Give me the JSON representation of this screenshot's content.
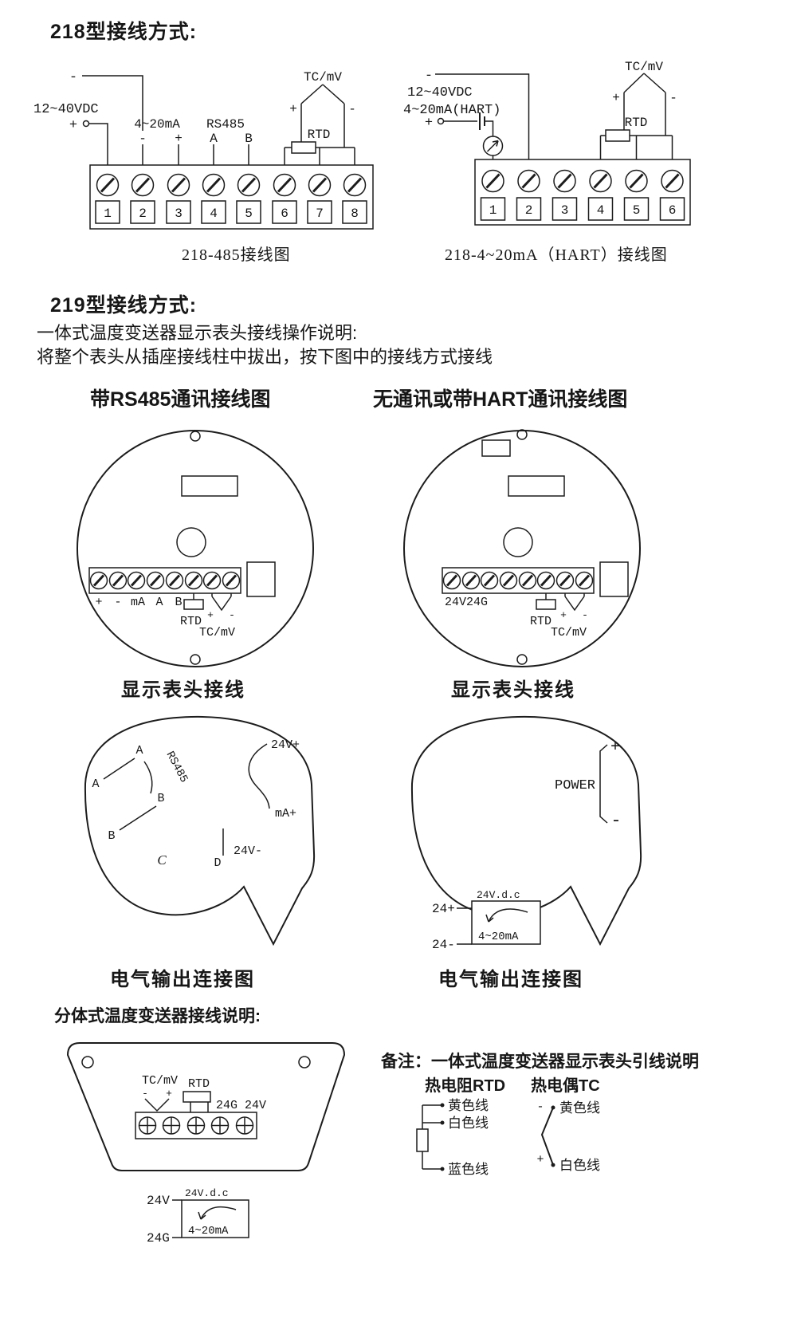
{
  "colors": {
    "ink": "#1c1c1c",
    "bg": "#ffffff"
  },
  "sec218": {
    "title": "218型接线方式:",
    "d485": {
      "caption": "218-485接线图",
      "vdc": "12~40VDC",
      "vdc_minus": "-",
      "vdc_plus": "+",
      "ma": "4~20mA",
      "ma_minus": "-",
      "ma_plus": "+",
      "rs485": "RS485",
      "a": "A",
      "b": "B",
      "tcmv": "TC/mV",
      "tc_plus": "+",
      "tc_minus": "-",
      "rtd": "RTD",
      "terminals": [
        "1",
        "2",
        "3",
        "4",
        "5",
        "6",
        "7",
        "8"
      ]
    },
    "dhart": {
      "caption": "218-4~20mA（HART）接线图",
      "minus": "-",
      "plus": "+",
      "vdc": "12~40VDC",
      "ma": "4~20mA(HART)",
      "tcmv": "TC/mV",
      "tc_plus": "+",
      "tc_minus": "-",
      "rtd": "RTD",
      "terminals": [
        "1",
        "2",
        "3",
        "4",
        "5",
        "6"
      ]
    }
  },
  "sec219": {
    "title": "219型接线方式:",
    "line1": "一体式温度变送器显示表头接线操作说明:",
    "line2": "将整个表头从插座接线柱中拔出，按下图中的接线方式接线",
    "head_rs485": {
      "title": "带RS485通讯接线图",
      "caption": "显示表头接线",
      "plus": "+",
      "minus": "-",
      "ma": "mA",
      "a": "A",
      "b": "B",
      "rtd": "RTD",
      "rtd_plus": "+",
      "rtd_minus": "-",
      "tcmv": "TC/mV"
    },
    "head_hart": {
      "title": "无通讯或带HART通讯接线图",
      "caption": "显示表头接线",
      "v24": "24V24G",
      "rtd": "RTD",
      "rtd_plus": "+",
      "rtd_minus": "-",
      "tcmv": "TC/mV"
    },
    "out_rs485": {
      "caption": "电气输出连接图",
      "a1": "A",
      "a2": "A",
      "b1": "B",
      "b2": "B",
      "c": "C",
      "d": "D",
      "rs485": "RS485",
      "v24p": "24V+",
      "map": "mA+",
      "v24m": "24V-"
    },
    "out_hart": {
      "caption": "电气输出连接图",
      "power": "POWER",
      "plus": "+",
      "minus": "-",
      "p24": "24+",
      "m24": "24-",
      "vdc": "24V.d.c",
      "ma": "4~20mA"
    }
  },
  "split": {
    "title": "分体式温度变送器接线说明:",
    "tcmv": "TC/mV",
    "minus": "-",
    "plus": "+",
    "rtd": "RTD",
    "g24": "24G 24V",
    "v24": "24V",
    "g": "24G",
    "vdc": "24V.d.c",
    "ma": "4~20mA"
  },
  "notes": {
    "title": "备注：一体式温度变送器显示表头引线说明",
    "rtd_head": "热电阻RTD",
    "tc_head": "热电偶TC",
    "yellow": "黄色线",
    "white": "白色线",
    "blue": "蓝色线",
    "tc_minus": "-",
    "tc_yellow": "黄色线",
    "tc_plus": "+",
    "tc_white": "白色线"
  }
}
